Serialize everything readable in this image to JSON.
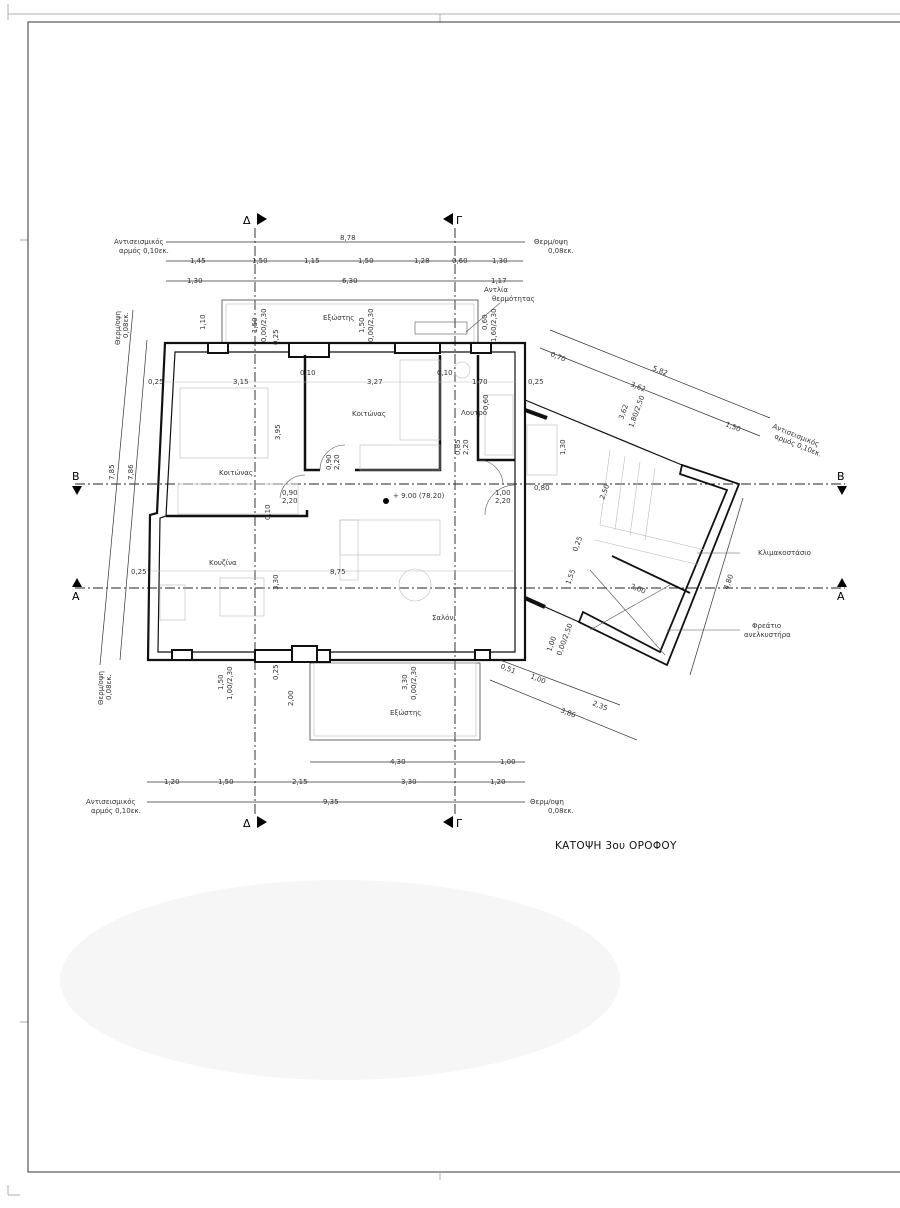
{
  "title": "ΚΑΤΟΨΗ 3ου ΟΡΟΦΟΥ",
  "section_markers": {
    "delta": "Δ",
    "gamma": "Γ",
    "b": "B",
    "a": "A"
  },
  "rooms": {
    "bedroom_1": "Κοιτώνας",
    "bedroom_2": "Κοιτώνας",
    "bathroom": "Λουτρό",
    "kitchen": "Κουζίνα",
    "living_room": "Σαλόνι",
    "balcony_top": "Εξώστης",
    "balcony_bottom": "Εξώστης",
    "stairwell": "Κλιμακοστάσιο",
    "elevator_shaft_line1": "Φρεάτιο",
    "elevator_shaft_line2": "ανελκυστήρα"
  },
  "annotations": {
    "heat_pump_line1": "Αντλία",
    "heat_pump_line2": "θερμότητας",
    "level": "+ 9.00 (78.20)",
    "seismic_joint_line1": "Αντισεισμικός",
    "seismic_joint_line2": "αρμός 0,10εκ.",
    "thermal_facade_line1": "Θερμ/οψη",
    "thermal_facade_line2": "0,08εκ."
  },
  "dimensions": {
    "top_total": "8,78",
    "top_row2": [
      "1,45",
      "1,50",
      "1,15",
      "1,50",
      "1,28",
      "0,60",
      "1,30"
    ],
    "top_row3": [
      "1,30",
      "6,30",
      "1,17"
    ],
    "bottom_row1": [
      "4,30",
      "1,00"
    ],
    "bottom_row2": [
      "1,20",
      "1,50",
      "2,15",
      "3,30",
      "1,20"
    ],
    "bottom_total": "9,35",
    "left": [
      "7,85",
      "7,86"
    ],
    "interior": {
      "bedroom1_width": "3,15",
      "bedroom2_width": "3,27",
      "bath_width": "1,70",
      "wall_025": "0,25",
      "wall_010": "0,10",
      "depth_395": "3,95",
      "depth_330": "3,30",
      "width_875": "8,75",
      "balcony_depth": "1,10",
      "bottom_balcony_depth": "2,00",
      "bath_060": "0,60"
    },
    "openings": {
      "w1": [
        "1,50",
        "0,00/2,30"
      ],
      "w2": [
        "1,50",
        "0,00/2,30"
      ],
      "w3": [
        "0,60",
        "1,60/2,30"
      ],
      "w4": [
        "1,50",
        "1,00/2,30"
      ],
      "w5": [
        "3,30",
        "0,00/2,30"
      ],
      "w6": [
        "1,00",
        "0,00/2,50"
      ],
      "w7": [
        "3,62",
        "1,80/2,50"
      ],
      "d1": [
        "0,90",
        "2,20"
      ],
      "d2": [
        "0,90",
        "2,20"
      ],
      "d3": [
        "0,85",
        "2,20"
      ],
      "d4": [
        "1,00",
        "2,20"
      ]
    },
    "stair": [
      "5,82",
      "3,62",
      "1,50",
      "0,70",
      "1,30",
      "0,80",
      "2,50",
      "0,25",
      "1,55",
      "2,00",
      "4,80",
      "0,51",
      "1,00",
      "2,35",
      "3,86"
    ]
  }
}
